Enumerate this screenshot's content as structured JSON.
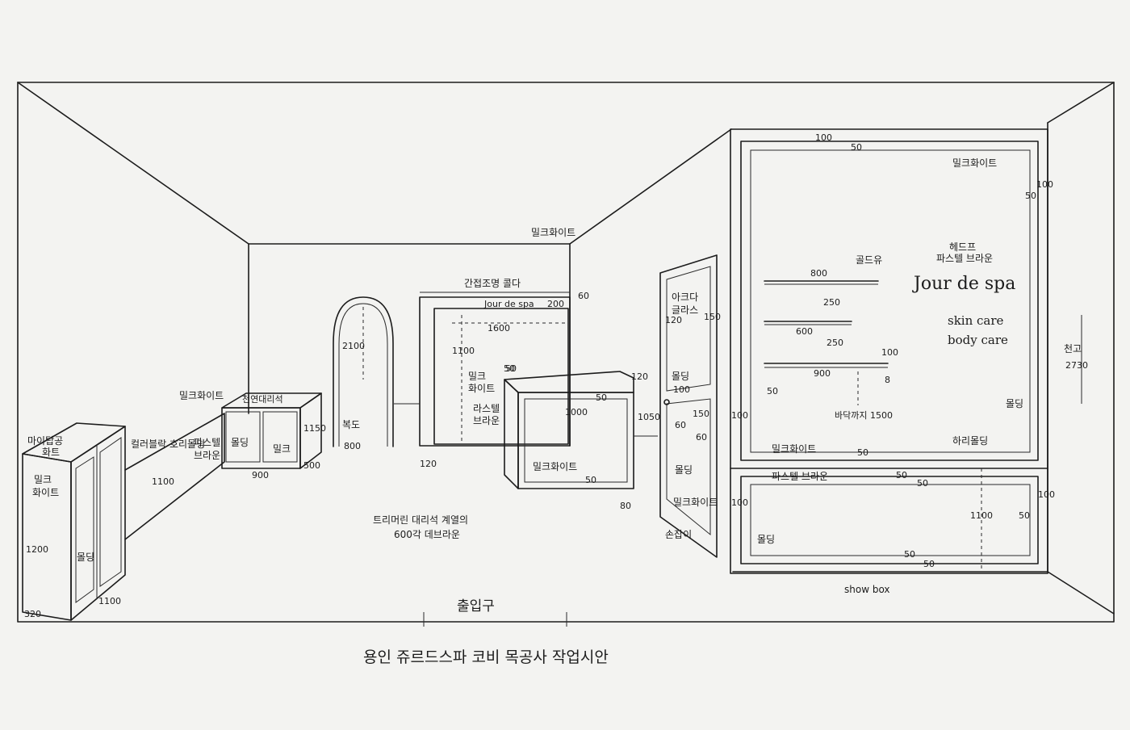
{
  "title": "용인 쥬르드스파 코비 목공사 작업시안",
  "entrance": "출입구",
  "ceiling_height": {
    "label": "천고",
    "value": "2730"
  },
  "floor_note": [
    "트리머린 대리석 계열의",
    "600각 데브라운"
  ],
  "back_wall": {
    "indirect_light": "간접조명 콜다",
    "sign_text": "Jour de spa",
    "sign_dims": [
      "200",
      "60"
    ],
    "panel_width": "1600",
    "panel_height": "1100",
    "panel_labels": [
      "밀크",
      "화이트"
    ],
    "panel_lower_labels": [
      "라스텔",
      "브라운"
    ],
    "corner_label": "밀크화이트",
    "panel_dim_50": "50",
    "panel_dim_120": "120"
  },
  "arch": {
    "height": "2100",
    "width": "800",
    "floor_label": "복도"
  },
  "left_cabinet": {
    "top_labels": [
      "마이탑공",
      "화트"
    ],
    "side_labels": [
      "밀크",
      "화이트"
    ],
    "molding": "몰딩",
    "height": "1200",
    "depth": "320",
    "width": "1100"
  },
  "left_wall": {
    "label_top": "밀크화이트",
    "label_lines": [
      "컬러블락 호리몰딩",
      "파스텔",
      "브라운"
    ],
    "height": "1100"
  },
  "counter": {
    "top_label": "천연대리석",
    "molding": "몰딩",
    "milk": "밀크",
    "height": "1150",
    "depth": "500",
    "width": "900"
  },
  "island": {
    "width": "1000",
    "height": "1050",
    "dims_50": [
      "50",
      "50",
      "50"
    ],
    "dim_120": "120",
    "dim_80": "80",
    "label": "밀크화이트"
  },
  "door": {
    "top_label": [
      "아크다",
      "글라스"
    ],
    "width": "120",
    "hinge": "150",
    "molding": "몰딩",
    "panel_dims": [
      "100",
      "60",
      "150",
      "60"
    ],
    "lower_labels": [
      "몰딩",
      "밀크화이트"
    ],
    "floor_label": "손잡이"
  },
  "showbox": {
    "label": "show box",
    "top_dims": [
      "100",
      "50"
    ],
    "top_label": "밀크화이트",
    "right_dims": [
      "100",
      "50"
    ],
    "left_dim": "100",
    "shelf_label": "골드유",
    "shelf_widths": [
      "800",
      "600",
      "900"
    ],
    "shelf_gaps": [
      "250",
      "250"
    ],
    "shelf_side_dims": [
      "100",
      "8"
    ],
    "shelf_floor_dim": "50",
    "floor_note": "바닥까지 1500",
    "brand_callout": [
      "헤드프",
      "파스텔 브라운"
    ],
    "brand": "Jour de spa",
    "care_lines": [
      "skin care",
      "body care"
    ],
    "molding_right": "몰딩",
    "mid_label": "밀크화이트",
    "mid_dim": "50",
    "divider_label": "파스텔 브라운",
    "divider_dims": [
      "50",
      "50"
    ],
    "divider_molding": "하리몰딩",
    "lower_dims": [
      "100",
      "50",
      "100",
      "1100"
    ],
    "lower_label": "몰딩",
    "bottom_dims": [
      "50",
      "50"
    ]
  }
}
